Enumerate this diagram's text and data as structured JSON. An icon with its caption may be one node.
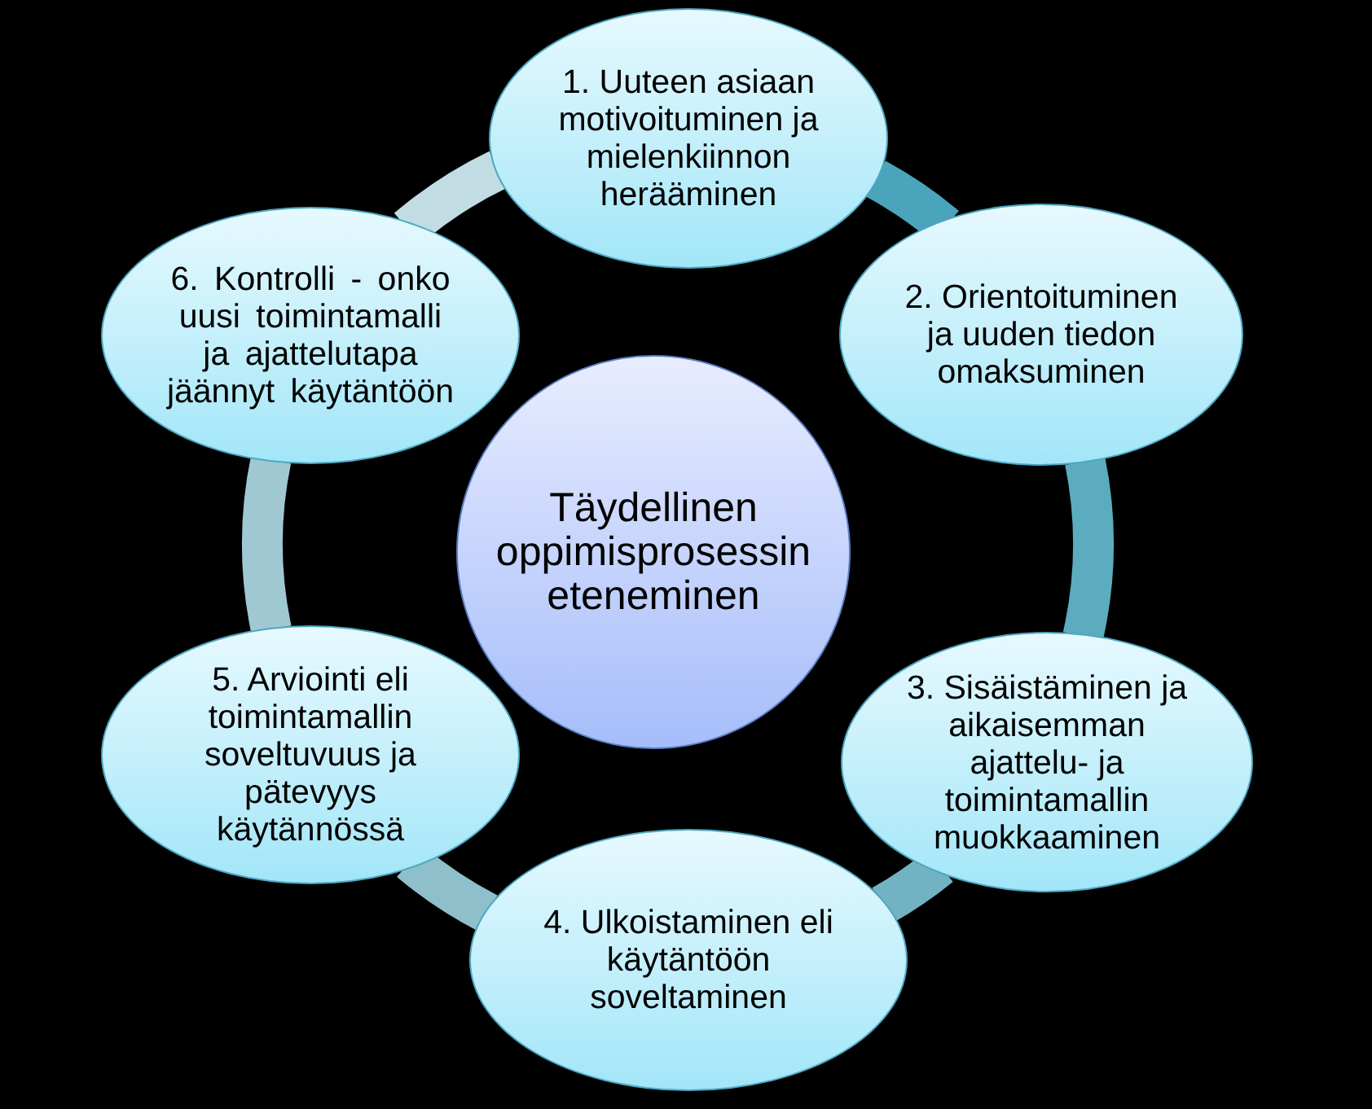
{
  "diagram": {
    "nodes": [
      {
        "text": [
          "1. Uuteen asiaan motivoituminen ja mielenkiinnon herääminen"
        ]
      },
      {
        "text": [
          "2. Orientoituminen ja uuden tiedon omaksuminen"
        ]
      },
      {
        "text": [
          "3. Sisäistäminen ja aikaisemman ajattelu- ja toimintamallin muokkaaminen"
        ]
      },
      {
        "text": [
          "4. Ulkoistaminen eli käytäntöön soveltaminen"
        ]
      },
      {
        "text": [
          "5. Arviointi eli toimintamallin soveltuvuus ja pätevyys käytännössä"
        ]
      },
      {
        "text": [
          "6. Kontrolli - onko uusi toimintamalli ja ajattelutapa jäännyt käytäntöön"
        ]
      },
      {
        "text": [
          "Täydellinen oppimisprosessin eteneminen"
        ]
      }
    ],
    "edges": [
      {
        "from": 0,
        "to": 1,
        "arrow": "none",
        "color": "#4aa4bb"
      },
      {
        "from": 1,
        "to": 2,
        "arrow": "none",
        "color": "#5cacc0"
      },
      {
        "from": 2,
        "to": 3,
        "arrow": "none",
        "color": "#72b3c3"
      },
      {
        "from": 3,
        "to": 4,
        "arrow": "none",
        "color": "#8ebfcb"
      },
      {
        "from": 4,
        "to": 5,
        "arrow": "none",
        "color": "#9fc8d3"
      },
      {
        "from": 5,
        "to": 0,
        "arrow": "none",
        "color": "#c2dce3"
      }
    ]
  }
}
